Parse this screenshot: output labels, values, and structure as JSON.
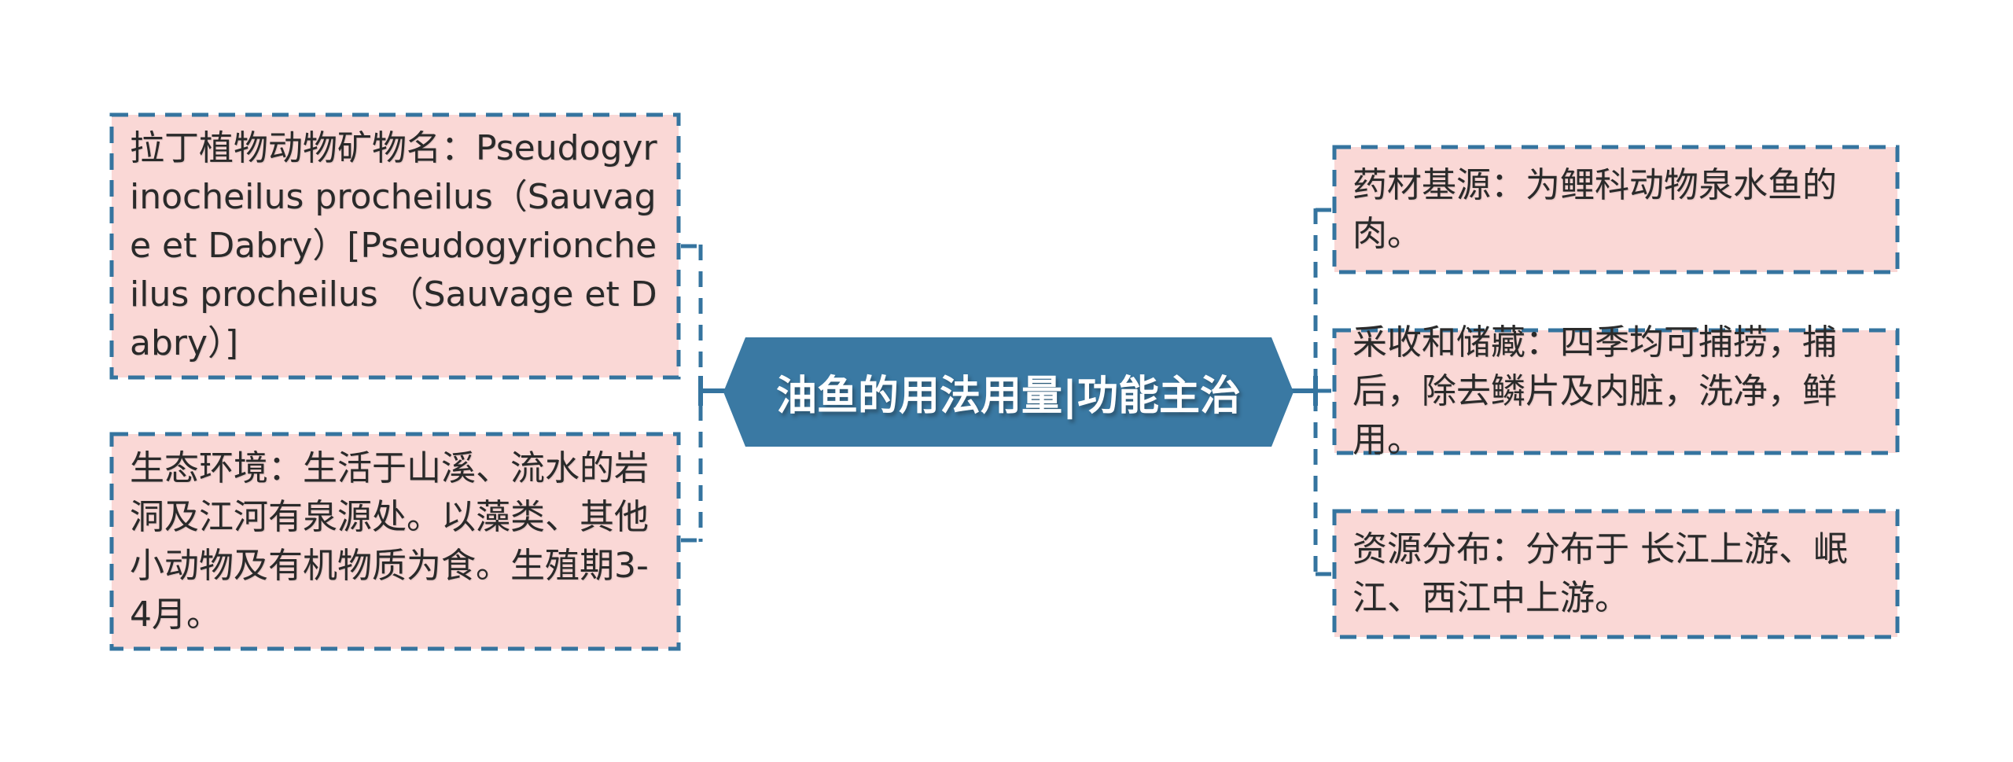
{
  "diagram": {
    "center_node": {
      "label": "油鱼的用法用量|功能主治"
    },
    "left_nodes": [
      {
        "text": "拉丁植物动物矿物名：Pseudogyrinocheilus procheilus（Sauvage et Dabry）[Pseudogyrioncheilus procheilus （Sauvage et Dabry）]"
      },
      {
        "text": "生态环境：生活于山溪、流水的岩洞及江河有泉源处。以藻类、其他小动物及有机物质为食。生殖期3-4月。"
      }
    ],
    "right_nodes": [
      {
        "text": "药材基源：为鲤科动物泉水鱼的肉。"
      },
      {
        "text": "采收和储藏：四季均可捕捞，捕后，除去鳞片及内脏，洗净，鲜用。"
      },
      {
        "text": "资源分布：分布于 长江上游、岷江、西江中上游。"
      }
    ]
  },
  "colors": {
    "line": "#35749f",
    "node_fill": "#3a79a3",
    "box_fill": "#fad8d6",
    "text": "#2a2a2a",
    "node_text": "#ffffff",
    "background": "#ffffff"
  }
}
